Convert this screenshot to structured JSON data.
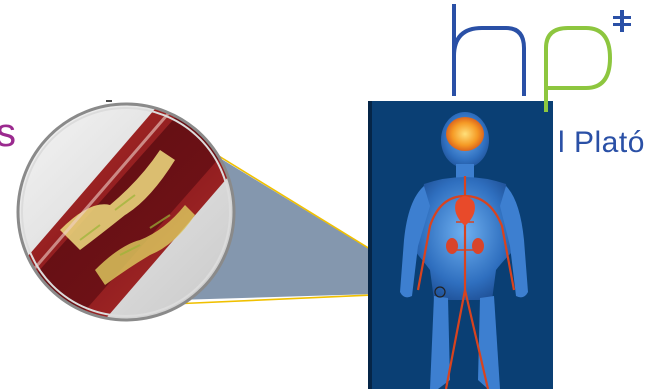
{
  "logo": {
    "letters": "hp",
    "colors": {
      "h": "#2a50a6",
      "p": "#8dc63f",
      "cross": "#2a50a6"
    }
  },
  "fragments": {
    "left_text": "s",
    "right_text": "l Plató"
  },
  "colors": {
    "body_panel": "#0a3f74",
    "body_silhouette": "#3d7fd0",
    "vessels": "#d8431f",
    "brain": "#f29b2e",
    "heart": "#e84a2a",
    "connector": "#f0c000",
    "zoom_cone": "#6e85a0",
    "artery_wall": "#9e1f24",
    "plaque": "#e8d27a"
  },
  "icons": {
    "logo": "hp-logo-icon",
    "magnifier": "artery-closeup-icon",
    "body": "human-body-circulation-icon"
  }
}
